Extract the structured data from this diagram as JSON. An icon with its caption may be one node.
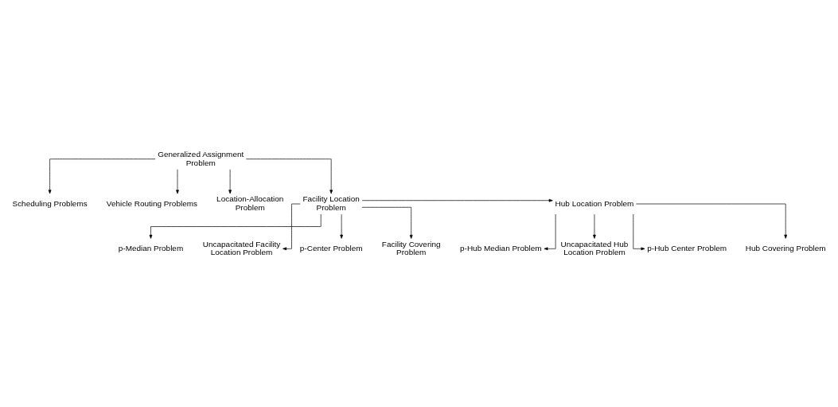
{
  "diagram": {
    "nodes": [
      {
        "text": [
          "Generalized Assignment Problem"
        ]
      },
      {
        "text": [
          "Scheduling Problems"
        ]
      },
      {
        "text": [
          "Vehicle Routing Problems"
        ]
      },
      {
        "text": [
          "Location-Allocation Problem"
        ]
      },
      {
        "text": [
          "Facility Location Problem"
        ]
      },
      {
        "text": [
          "Hub Location Problem"
        ]
      },
      {
        "text": [
          "p-Median Problem"
        ]
      },
      {
        "text": [
          "Uncapacitated Facility Location Problem"
        ]
      },
      {
        "text": [
          "p-Center Problem"
        ]
      },
      {
        "text": [
          "Facility Covering Problem"
        ]
      },
      {
        "text": [
          "p-Hub Median Problem"
        ]
      },
      {
        "text": [
          "Uncapacitated Hub Location Problem"
        ]
      },
      {
        "text": [
          "p-Hub Center Problem"
        ]
      },
      {
        "text": [
          "Hub Covering Problem"
        ]
      }
    ],
    "edges": [
      {
        "from": 0,
        "to": 1,
        "arrow": "to"
      },
      {
        "from": 0,
        "to": 2,
        "arrow": "to"
      },
      {
        "from": 0,
        "to": 3,
        "arrow": "to"
      },
      {
        "from": 0,
        "to": 4,
        "arrow": "to"
      },
      {
        "from": 4,
        "to": 5,
        "arrow": "to"
      },
      {
        "from": 4,
        "to": 6,
        "arrow": "to"
      },
      {
        "from": 4,
        "to": 7,
        "arrow": "to"
      },
      {
        "from": 4,
        "to": 8,
        "arrow": "to"
      },
      {
        "from": 4,
        "to": 9,
        "arrow": "to"
      },
      {
        "from": 5,
        "to": 10,
        "arrow": "to"
      },
      {
        "from": 5,
        "to": 11,
        "arrow": "to"
      },
      {
        "from": 5,
        "to": 12,
        "arrow": "to"
      },
      {
        "from": 5,
        "to": 13,
        "arrow": "to"
      }
    ]
  }
}
